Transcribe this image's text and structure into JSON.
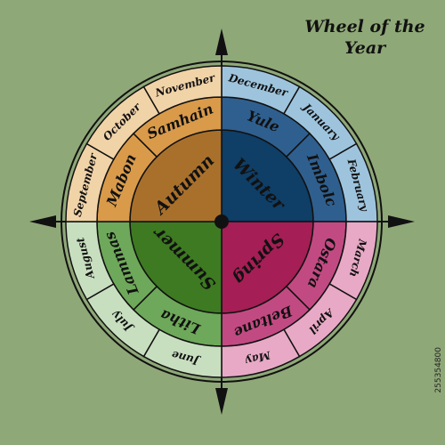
{
  "title": {
    "line1": "Wheel of the",
    "line2": "Year"
  },
  "stock_id": "255354800",
  "colors": {
    "background": "#8fa878",
    "outline": "#111111",
    "season_outer": {
      "winter": "#9ec4dd",
      "spring": "#e8a9c6",
      "summer": "#c7dfbf",
      "autumn": "#f1d3a8"
    },
    "season_middle": {
      "winter": "#2f5f8e",
      "spring": "#c24a82",
      "summer": "#6ea85a",
      "autumn": "#d99a4a"
    },
    "season_inner": {
      "winter": "#0f3e66",
      "spring": "#a51e55",
      "summer": "#3d7a21",
      "autumn": "#a9702c"
    }
  },
  "seasons": [
    {
      "key": "winter",
      "label": "Winter"
    },
    {
      "key": "spring",
      "label": "Spring"
    },
    {
      "key": "summer",
      "label": "Summer"
    },
    {
      "key": "autumn",
      "label": "Autumn"
    }
  ],
  "festivals": [
    "Yule",
    "Imbolc",
    "Ostara",
    "Beltane",
    "Litha",
    "Lammas",
    "Mabon",
    "Samhain"
  ],
  "months": [
    "December",
    "January",
    "February",
    "March",
    "April",
    "May",
    "June",
    "July",
    "August",
    "September",
    "October",
    "November"
  ]
}
